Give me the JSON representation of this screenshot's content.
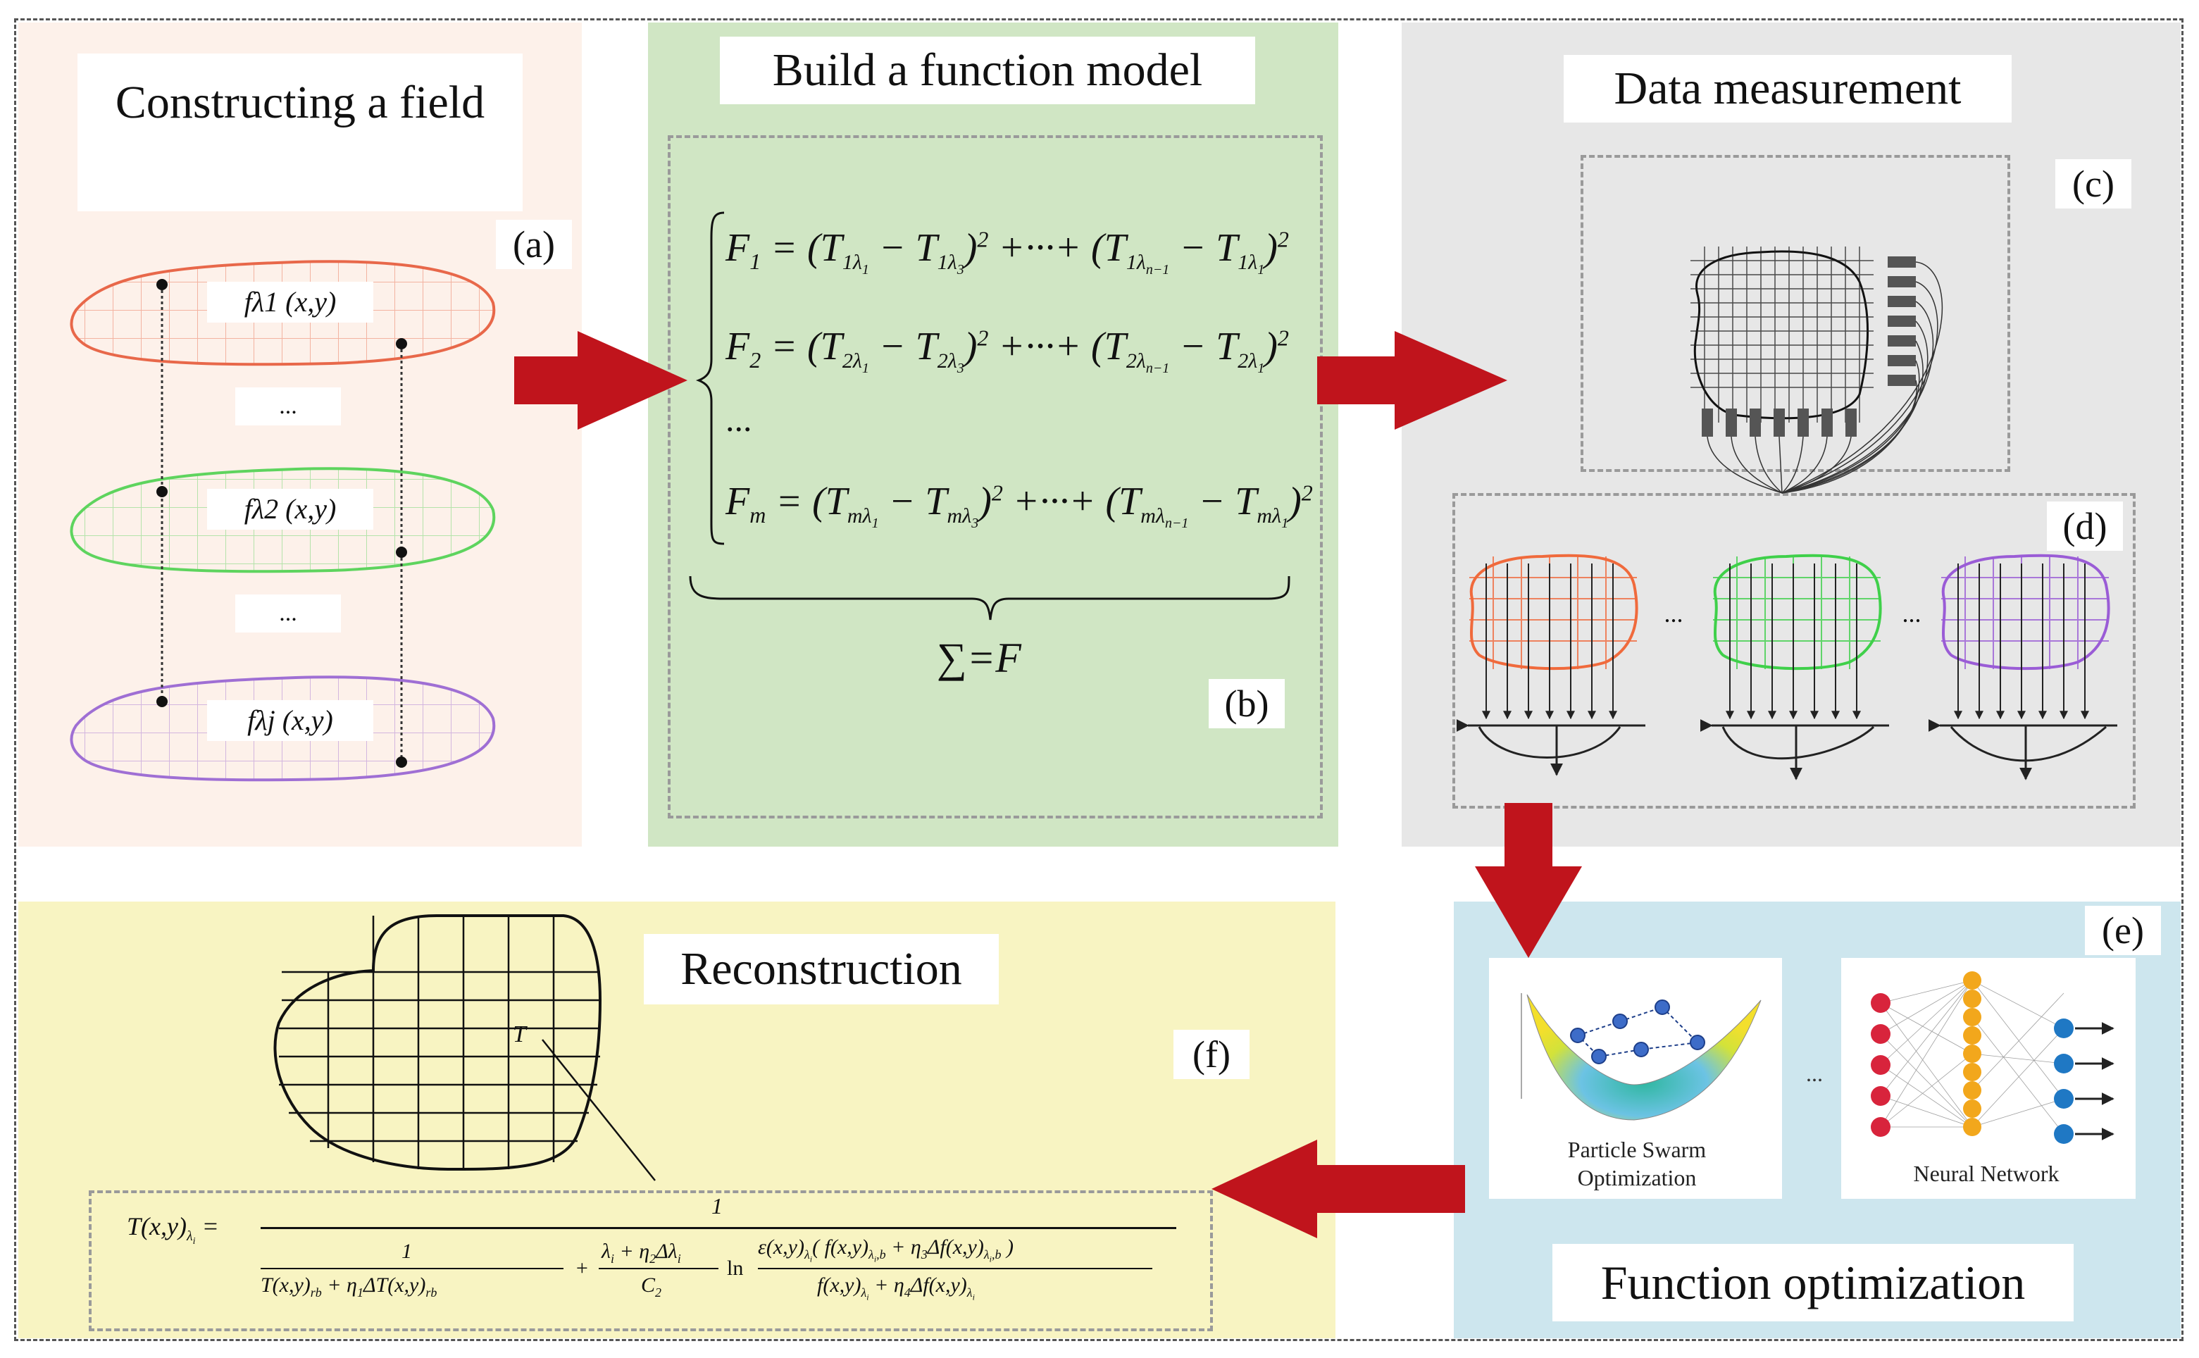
{
  "panels": {
    "a": {
      "title": "Constructing a field",
      "label": "(a)",
      "field_labels": [
        "fλ1 (x,y)",
        "fλ2 (x,y)",
        "fλj (x,y)"
      ],
      "ellipsis": "...",
      "layer_colors": [
        "#e8684a",
        "#5ed45e",
        "#9f6fd4"
      ]
    },
    "b": {
      "title": "Build a function model",
      "label": "(b)",
      "sum_text": "∑=F",
      "equations": [
        {
          "lhs": "F",
          "sub": "1",
          "row": "1"
        },
        {
          "lhs": "F",
          "sub": "2",
          "row": "2"
        },
        {
          "lhs": "F",
          "sub": "m",
          "row": "m"
        }
      ],
      "ellipsis": "..."
    },
    "c": {
      "title": "Data measurement",
      "label": "(c)"
    },
    "d": {
      "label": "(d)",
      "ellipsis": "...",
      "grid_colors": [
        "#f06a3c",
        "#3fd04a",
        "#9a5cd6"
      ]
    },
    "e": {
      "title": "Function optimization",
      "label": "(e)",
      "pso_label": "Particle Swarm Optimization",
      "nn_label": "Neural Network",
      "ellipsis": "..."
    },
    "f": {
      "title": "Reconstruction",
      "label": "(f)",
      "point_label": "T"
    }
  },
  "colors": {
    "panel_a_bg": "#fdf1ea",
    "panel_b_bg": "#d0e6c4",
    "panel_c_bg": "#e7e7e7",
    "panel_e_bg": "#cde6ee",
    "panel_f_bg": "#f8f4c2",
    "arrow": "#c0141c"
  }
}
